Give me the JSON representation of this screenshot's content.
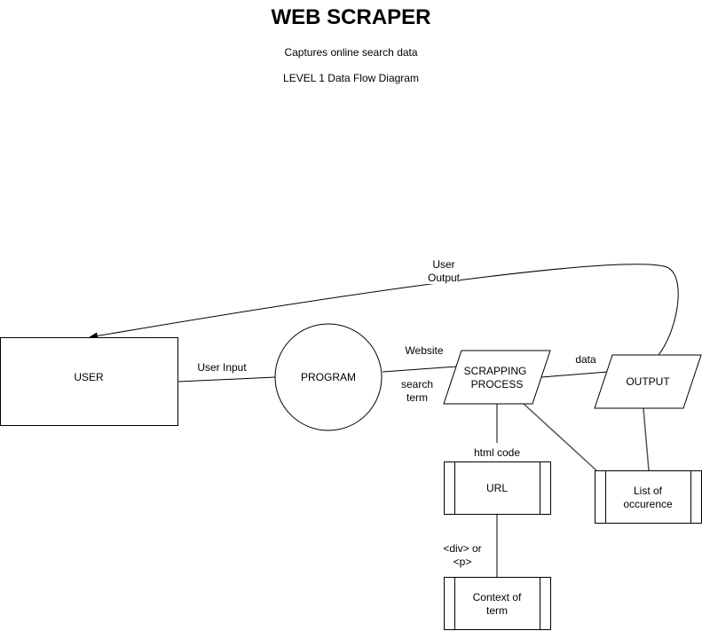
{
  "header": {
    "title": "WEB SCRAPER",
    "subtitle": "Captures online search data",
    "diagram_level": "LEVEL 1 Data Flow Diagram"
  },
  "nodes": {
    "user": "USER",
    "program": "PROGRAM",
    "scrapping_process": [
      "SCRAPPING",
      "PROCESS"
    ],
    "output": "OUTPUT",
    "url": "URL",
    "list_of_occurence": [
      "List of",
      "occurence"
    ],
    "context_of_term": [
      "Context of",
      "term"
    ]
  },
  "edges": {
    "user_input": "User Input",
    "website": "Website",
    "search_term": [
      "search",
      "term"
    ],
    "data": "data",
    "user_output": [
      "User",
      "Output"
    ],
    "html_code": "html code",
    "div_or_p": [
      "<div> or",
      "<p>"
    ]
  }
}
